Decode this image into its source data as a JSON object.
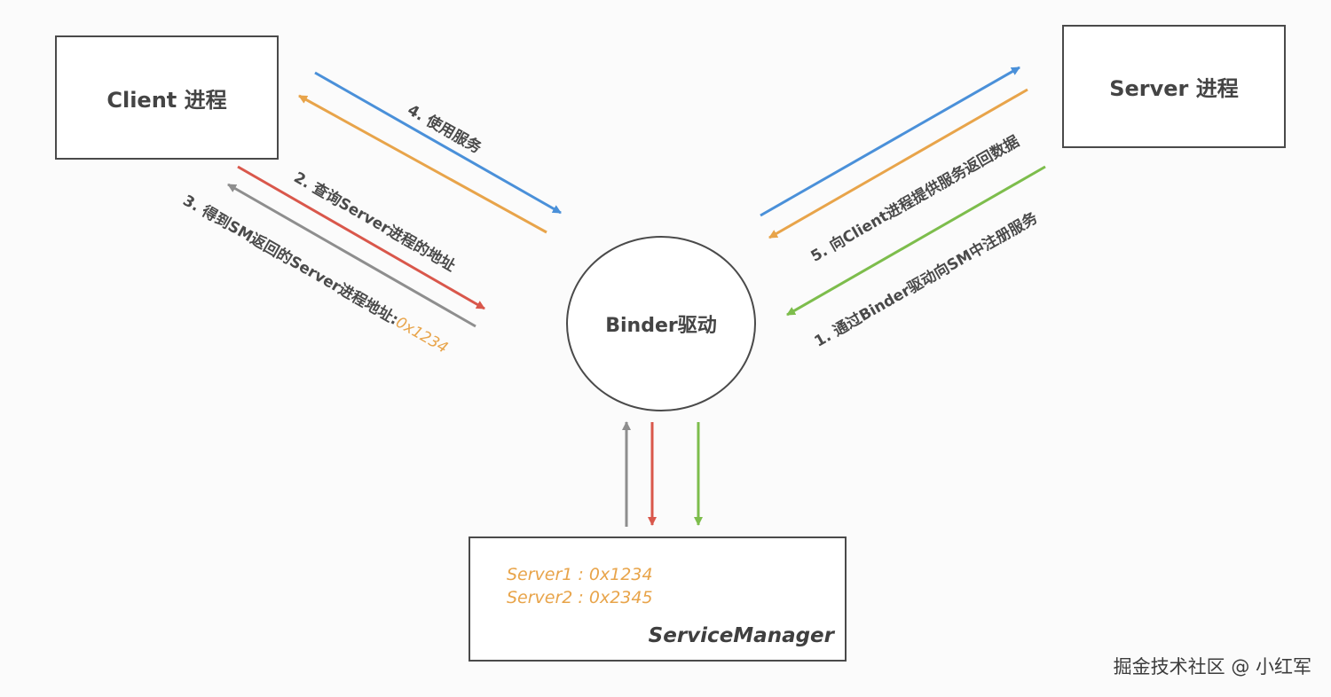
{
  "nodes": {
    "client": "Client 进程",
    "server": "Server 进程",
    "binder": "Binder驱动",
    "service_manager": {
      "title": "ServiceManager",
      "entries": [
        "Server1 : 0x1234",
        "Server2 : 0x2345"
      ]
    }
  },
  "edges": [
    {
      "id": "step1",
      "label": "1. 通过Binder驱动向SM中注册服务",
      "color": "#7dbd4c"
    },
    {
      "id": "step2",
      "label": "2. 查询Server进程的地址",
      "color": "#d9574b"
    },
    {
      "id": "step3",
      "label": "3. 得到SM返回的Server进程地址:",
      "address": "0x1234",
      "color": "#8e8e8e"
    },
    {
      "id": "step4",
      "label": "4. 使用服务",
      "color": "#4a90d9"
    },
    {
      "id": "step5",
      "label": "5. 向Client进程提供服务返回数据",
      "color": "#e8a44a"
    }
  ],
  "watermark": "掘金技术社区 @ 小红军"
}
